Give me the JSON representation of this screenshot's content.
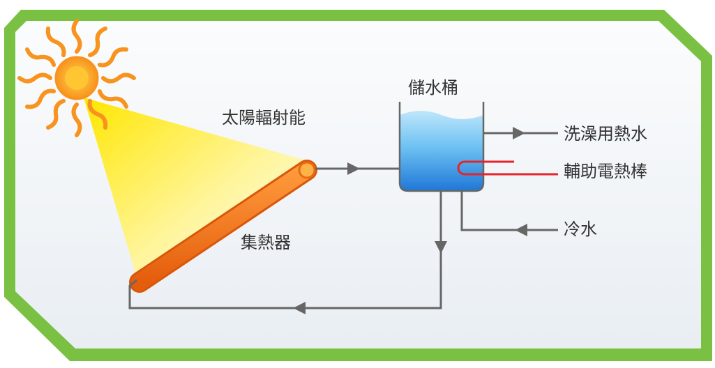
{
  "labels": {
    "solar_radiation": "太陽輻射能",
    "storage_tank": "儲水桶",
    "hot_water_out": "洗澡用熱水",
    "electric_heater": "輔助電熱棒",
    "cold_water_in": "冷水",
    "collector": "集熱器"
  },
  "colors": {
    "frame_border": "#7ac143",
    "panel_bg": "#eef2f6",
    "pipe": "#666666",
    "collector": "#f26f1e",
    "heater_rod": "#e8232a",
    "water": "#2b8ee0",
    "sun": "#f7931e",
    "sunbeam": "#ffe600"
  },
  "icons": {
    "sun": "sun-icon"
  }
}
